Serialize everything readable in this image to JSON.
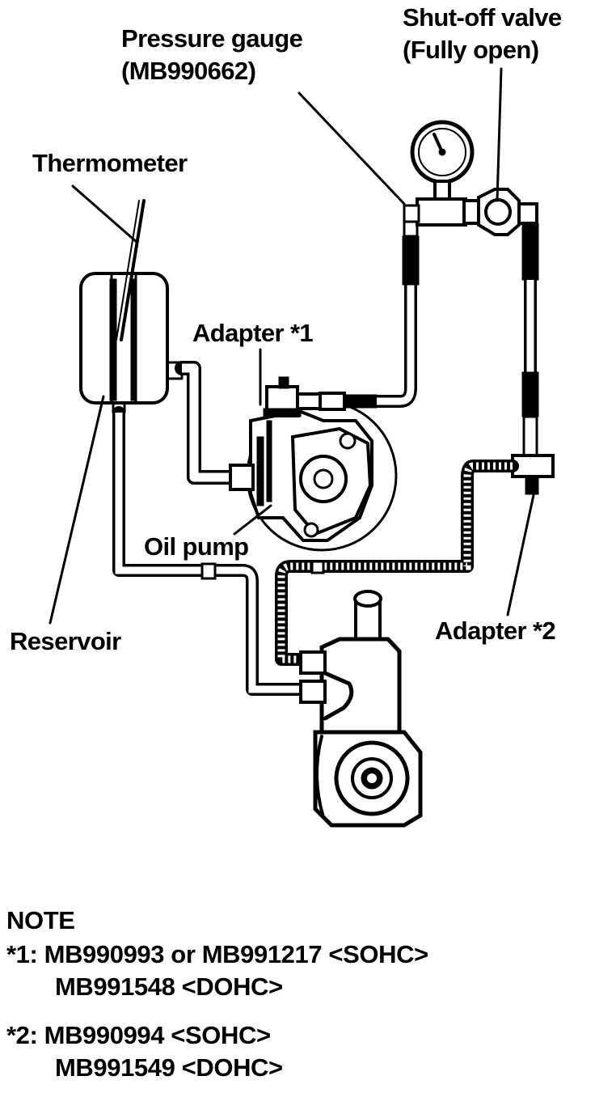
{
  "labels": {
    "pressure_gauge_line1": "Pressure gauge",
    "pressure_gauge_line2": "(MB990662)",
    "shutoff_line1": "Shut-off valve",
    "shutoff_line2": "(Fully open)",
    "thermometer": "Thermometer",
    "adapter1": "Adapter *1",
    "oil_pump": "Oil pump",
    "reservoir": "Reservoir",
    "adapter2": "Adapter *2"
  },
  "note": {
    "heading": "NOTE",
    "item1_line1": "*1: MB990993 or MB991217 <SOHC>",
    "item1_line2": "MB991548 <DOHC>",
    "item2_line1": "*2: MB990994 <SOHC>",
    "item2_line2": "MB991549 <DOHC>"
  }
}
